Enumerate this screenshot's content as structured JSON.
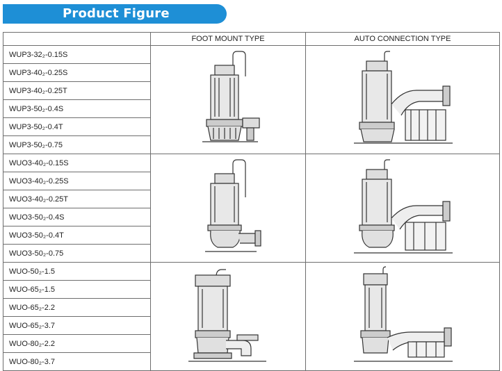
{
  "title": "Product Figure",
  "colors": {
    "title_bar": "#1e8fd6",
    "title_text": "#ffffff",
    "grid": "#6d6d6d"
  },
  "header": {
    "col1": "FOOT MOUNT TYPE",
    "col2": "AUTO CONNECTION TYPE"
  },
  "groups": [
    {
      "models": [
        "WUP3-32₂-0.15S",
        "WUP3-40₂-0.25S",
        "WUP3-40₂-0.25T",
        "WUP3-50₂-0.4S",
        "WUP3-50₂-0.4T",
        "WUP3-50₂-0.75"
      ],
      "foot_figure": "pump-foot-mount-drawing",
      "auto_figure": "pump-auto-connection-drawing"
    },
    {
      "models": [
        "WUO3-40₂-0.15S",
        "WUO3-40₂-0.25S",
        "WUO3-40₂-0.25T",
        "WUO3-50₂-0.4S",
        "WUO3-50₂-0.4T",
        "WUO3-50₂-0.75"
      ],
      "foot_figure": "pump-foot-mount-drawing",
      "auto_figure": "pump-auto-connection-drawing"
    },
    {
      "models": [
        "WUO-50₂-1.5",
        "WUO-65₂-1.5",
        "WUO-65₂-2.2",
        "WUO-65₂-3.7",
        "WUO-80₂-2.2",
        "WUO-80₂-3.7"
      ],
      "foot_figure": "pump-foot-mount-drawing",
      "auto_figure": "pump-auto-connection-drawing"
    }
  ]
}
